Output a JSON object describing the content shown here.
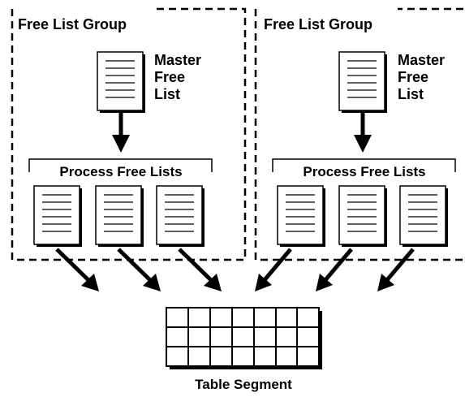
{
  "groups": [
    {
      "title": "Free List Group",
      "master_label": [
        "Master",
        "Free",
        "List"
      ],
      "process_label": "Process Free Lists"
    },
    {
      "title": "Free List Group",
      "master_label": [
        "Master",
        "Free",
        "List"
      ],
      "process_label": "Process Free Lists"
    }
  ],
  "table_label": "Table Segment",
  "colors": {
    "stroke": "#000000",
    "shadow": "#000000",
    "background": "#ffffff"
  }
}
